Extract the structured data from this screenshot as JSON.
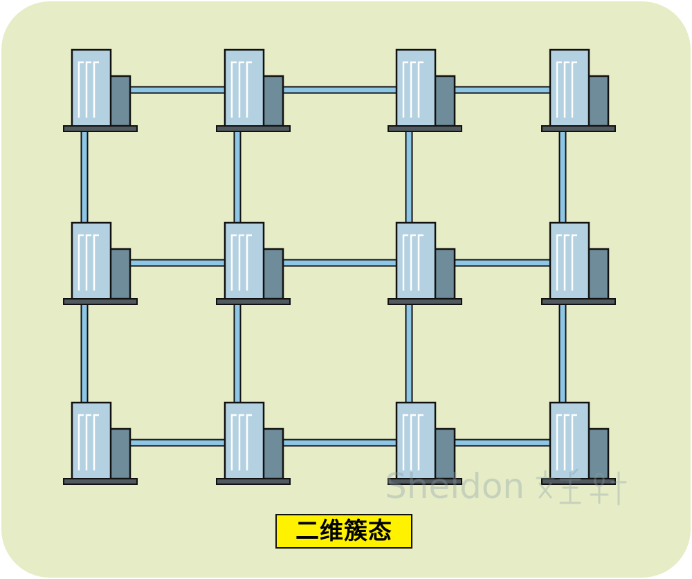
{
  "diagram": {
    "caption": "二维簇态",
    "watermark": "Sheldon",
    "colors": {
      "background": "#e6ecc6",
      "link": "#8ec6e6",
      "tower_front": "#b3d1e1",
      "tower_side": "#6e8c99",
      "base": "#505a5f",
      "outline": "#111111",
      "caption_bg": "#fff200"
    },
    "grid": {
      "rows": 3,
      "cols": 4
    },
    "nodes": [
      {
        "row": 0,
        "col": 0,
        "icon": "server-icon"
      },
      {
        "row": 0,
        "col": 1,
        "icon": "server-icon"
      },
      {
        "row": 0,
        "col": 2,
        "icon": "server-icon"
      },
      {
        "row": 0,
        "col": 3,
        "icon": "server-icon"
      },
      {
        "row": 1,
        "col": 0,
        "icon": "server-icon"
      },
      {
        "row": 1,
        "col": 1,
        "icon": "server-icon"
      },
      {
        "row": 1,
        "col": 2,
        "icon": "server-icon"
      },
      {
        "row": 1,
        "col": 3,
        "icon": "server-icon"
      },
      {
        "row": 2,
        "col": 0,
        "icon": "server-icon"
      },
      {
        "row": 2,
        "col": 1,
        "icon": "server-icon"
      },
      {
        "row": 2,
        "col": 2,
        "icon": "server-icon"
      },
      {
        "row": 2,
        "col": 3,
        "icon": "server-icon"
      }
    ]
  }
}
